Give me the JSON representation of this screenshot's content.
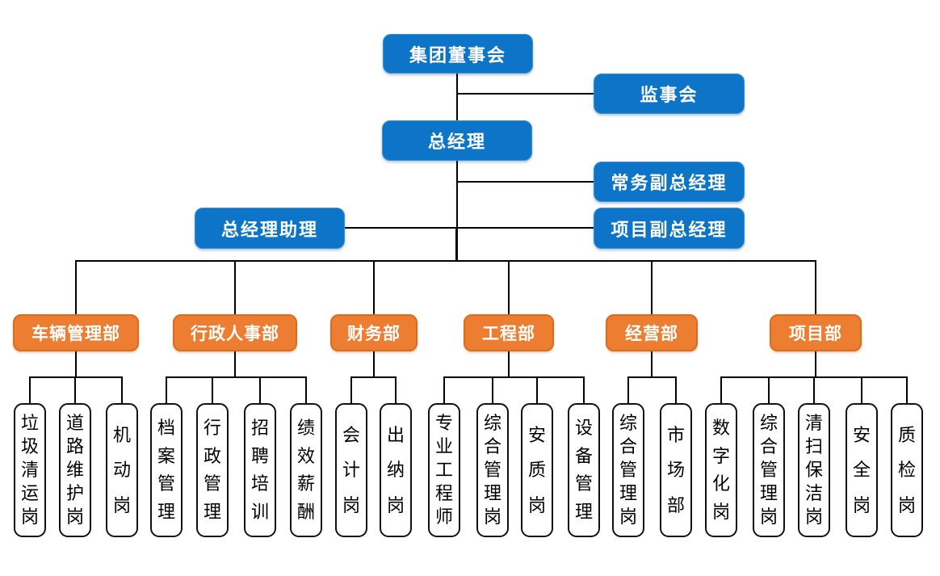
{
  "diagram": {
    "executive": {
      "board": "集团董事会",
      "supervisory_board": "监事会",
      "general_manager": "总经理",
      "executive_deputy_gm": "常务副总经理",
      "gm_assistant": "总经理助理",
      "project_deputy_gm": "项目副总经理"
    },
    "departments": [
      {
        "name": "车辆管理部",
        "positions": [
          "垃圾清运岗",
          "道路维护岗",
          "机动岗"
        ]
      },
      {
        "name": "行政人事部",
        "positions": [
          "档案管理",
          "行政管理",
          "招聘培训",
          "绩效薪酬"
        ]
      },
      {
        "name": "财务部",
        "positions": [
          "会计岗",
          "出纳岗"
        ]
      },
      {
        "name": "工程部",
        "positions": [
          "专业工程师",
          "综合管理岗",
          "安质岗",
          "设备管理"
        ]
      },
      {
        "name": "经营部",
        "positions": [
          "综合管理岗",
          "市场部"
        ]
      },
      {
        "name": "项目部",
        "positions": [
          "数字化岗",
          "综合管理岗",
          "清扫保洁岗",
          "安全岗",
          "质检岗"
        ]
      }
    ],
    "colors": {
      "executive_box": "#0D75C8",
      "department_box": "#ED7D31",
      "connector": "#000000",
      "text_on_color": "#FFFFFF",
      "text_on_white": "#000000"
    }
  }
}
